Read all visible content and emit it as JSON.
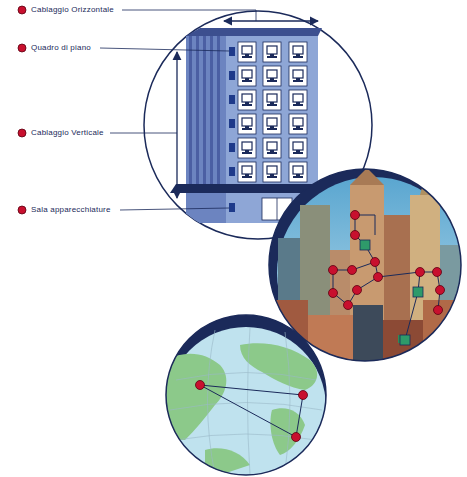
{
  "diagram": {
    "labels": [
      "Cablaggio Orizzontale",
      "Quadro di piano",
      "Cablaggio Verticale",
      "Sala apparecchiature"
    ]
  }
}
